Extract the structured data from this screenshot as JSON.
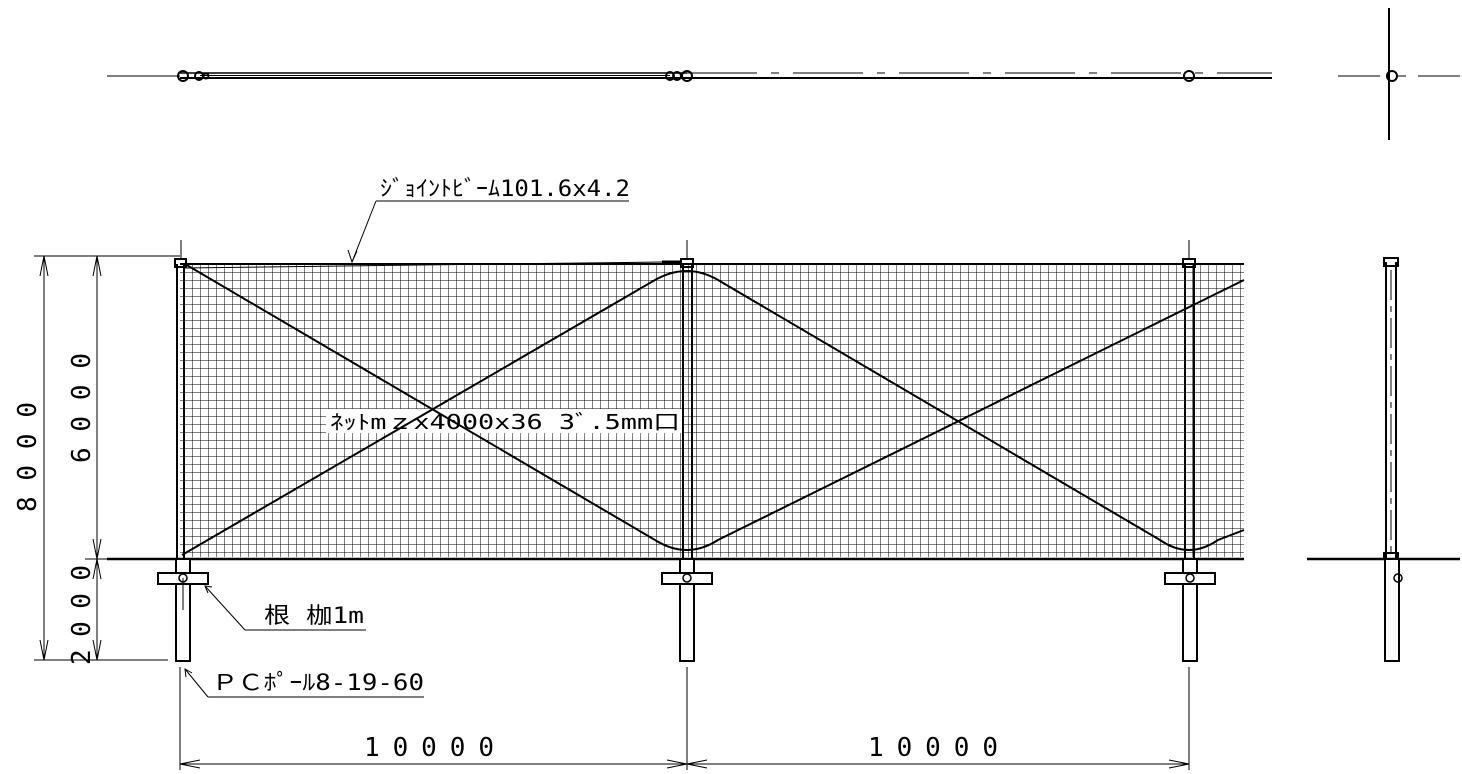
{
  "labels": {
    "joint_beam": "ｼﾞｮｲﾝﾄﾋﾞｰﾑ101.6x4.2",
    "net": "ﾈｯﾄmｚx4000x36 3ﾞ.5mm口",
    "root_beam": "根 枷1m",
    "pc_pole": "ＰＣﾎﾟｰﾙ8-19-60"
  },
  "dimensions": {
    "span_left": "10000",
    "span_right": "10000",
    "total_height": "8000",
    "net_height": "6000",
    "embed_depth": "2000"
  },
  "colors": {
    "line": "#000000",
    "background": "#ffffff"
  }
}
